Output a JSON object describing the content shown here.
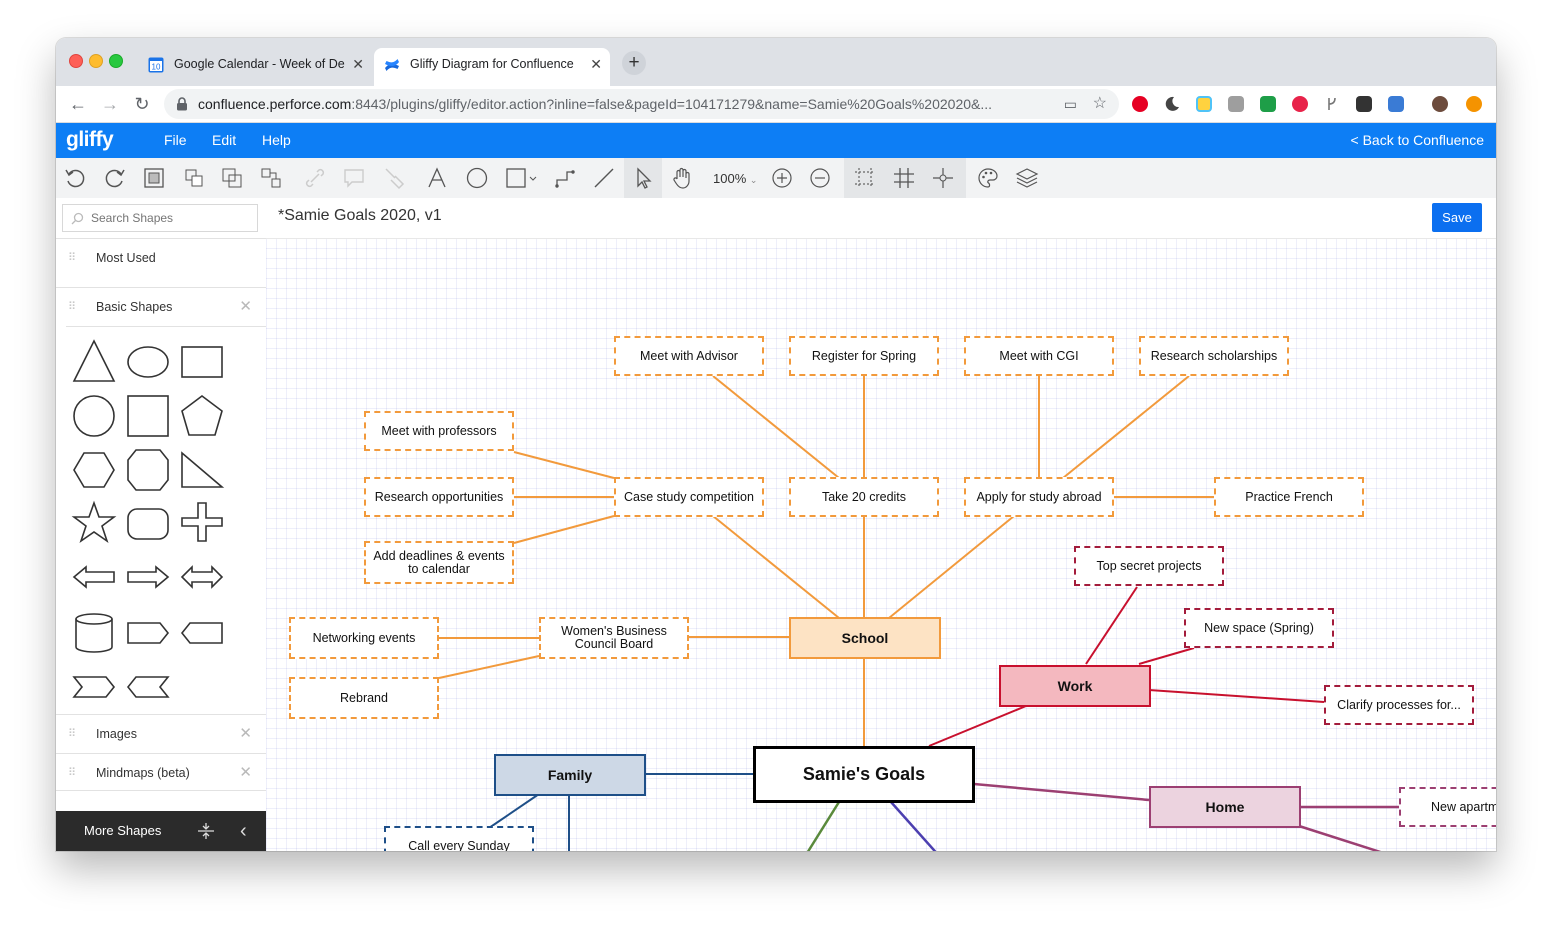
{
  "browser": {
    "tabs": [
      {
        "title": "Google Calendar - Week of De",
        "favicon": "calendar-icon",
        "favicon_text": "10"
      },
      {
        "title": "Gliffy Diagram for Confluence",
        "favicon": "confluence-icon"
      }
    ],
    "new_tab_label": "+",
    "url_host": "confluence.perforce.com",
    "url_rest": ":8443/plugins/gliffy/editor.action?inline=false&pageId=104171279&name=Samie%20Goals%202020&..."
  },
  "app": {
    "logo": "gliffy",
    "menu": [
      "File",
      "Edit",
      "Help"
    ],
    "back_link": "< Back to Confluence",
    "zoom": "100%",
    "doc_title": "*Samie Goals 2020, v1",
    "save_label": "Save"
  },
  "sidebar": {
    "search_placeholder": "Search Shapes",
    "sections": {
      "most_used": "Most Used",
      "basic_shapes": "Basic Shapes",
      "images": "Images",
      "mindmaps": "Mindmaps (beta)"
    },
    "more_shapes": "More Shapes",
    "shape_icons": [
      "triangle",
      "ellipse",
      "rectangle",
      "circle",
      "square",
      "pentagon",
      "hexagon",
      "octagon",
      "right-triangle",
      "star",
      "rounded-rectangle",
      "cross",
      "left-arrow",
      "right-arrow",
      "double-arrow",
      "cylinder",
      "tag-right",
      "tag-left",
      "chevron",
      "notch"
    ]
  },
  "diagram": {
    "center": "Samie's Goals",
    "categories": {
      "school": "School",
      "work": "Work",
      "family": "Family",
      "home": "Home"
    },
    "school_nodes": {
      "advisor": "Meet with Advisor",
      "register": "Register for Spring",
      "cgi": "Meet with CGI",
      "scholarships": "Research scholarships",
      "professors": "Meet with professors",
      "research": "Research opportunities",
      "case": "Case study competition",
      "credits": "Take 20 credits",
      "abroad": "Apply for study abroad",
      "french": "Practice French",
      "deadlines": "Add deadlines & events to calendar",
      "networking": "Networking events",
      "wbcb": "Women's Business Council Board",
      "rebrand": "Rebrand"
    },
    "work_nodes": {
      "secret": "Top secret projects",
      "space": "New space (Spring)",
      "clarify": "Clarify processes for..."
    },
    "family_nodes": {
      "call": "Call every Sunday"
    },
    "home_nodes": {
      "apartment": "New apartm"
    },
    "colors": {
      "school": "#f29a3c",
      "work": "#c8102e",
      "family": "#1e4f88",
      "home": "#9c3f72",
      "accent": "#0d7ef5"
    }
  }
}
